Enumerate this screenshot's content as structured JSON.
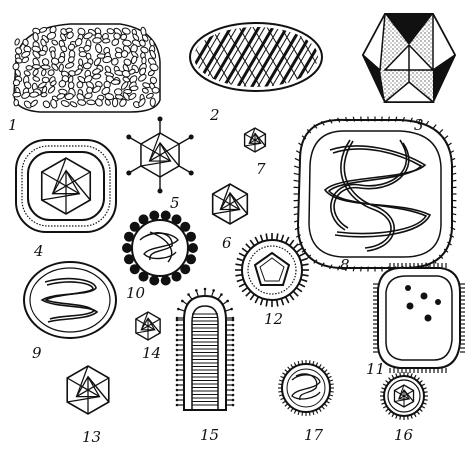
{
  "labels": {
    "l1": "1",
    "l2": "2",
    "l3": "3",
    "l4": "4",
    "l5": "5",
    "l6": "6",
    "l7": "7",
    "l8": "8",
    "l9": "9",
    "l10": "10",
    "l11": "11",
    "l12": "12",
    "l13": "13",
    "l14": "14",
    "l15": "15",
    "l16": "16",
    "l17": "17"
  },
  "colors": {
    "ink": "#111111",
    "paper": "#ffffff"
  }
}
